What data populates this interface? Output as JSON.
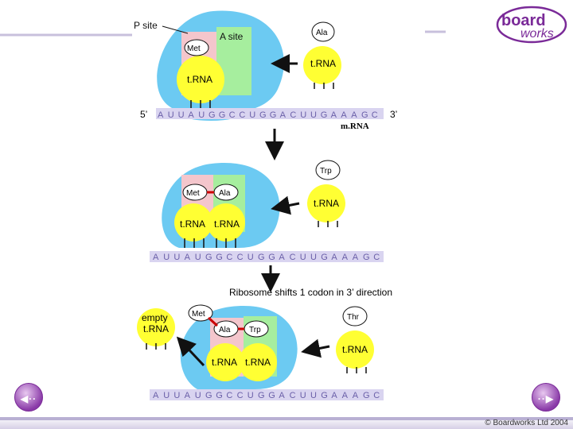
{
  "labels": {
    "p_site": "P site",
    "a_site": "A site",
    "five_prime": "5’",
    "three_prime": "3’",
    "mrna": "m.RNA",
    "trna": "t.RNA",
    "shift_caption": "Ribosome shifts 1 codon in 3’ direction",
    "empty_trna_line1": "empty",
    "empty_trna_line2": "t.RNA"
  },
  "amino_acids": {
    "met": "Met",
    "ala": "Ala",
    "trp": "Trp",
    "thr": "Thr"
  },
  "mrna_sequence": [
    "A",
    "U",
    "U",
    "A",
    "U",
    "G",
    "G",
    "C",
    "C",
    "U",
    "G",
    "G",
    "A",
    "C",
    "U",
    "U",
    "G",
    "A",
    "A",
    "A",
    "G",
    "C"
  ],
  "logo": {
    "line1": "board",
    "line2": "works"
  },
  "footer": {
    "copyright": "© Boardworks Ltd 2004"
  },
  "colors": {
    "ribosome": "#6ccaf2",
    "p_site": "#f4c6cc",
    "a_site": "#a6ee9e",
    "trna": "#ffff33",
    "mrna_strip": "#d9d4f0",
    "peptide_bond": "#cc0000",
    "brand": "#7a2a98"
  }
}
